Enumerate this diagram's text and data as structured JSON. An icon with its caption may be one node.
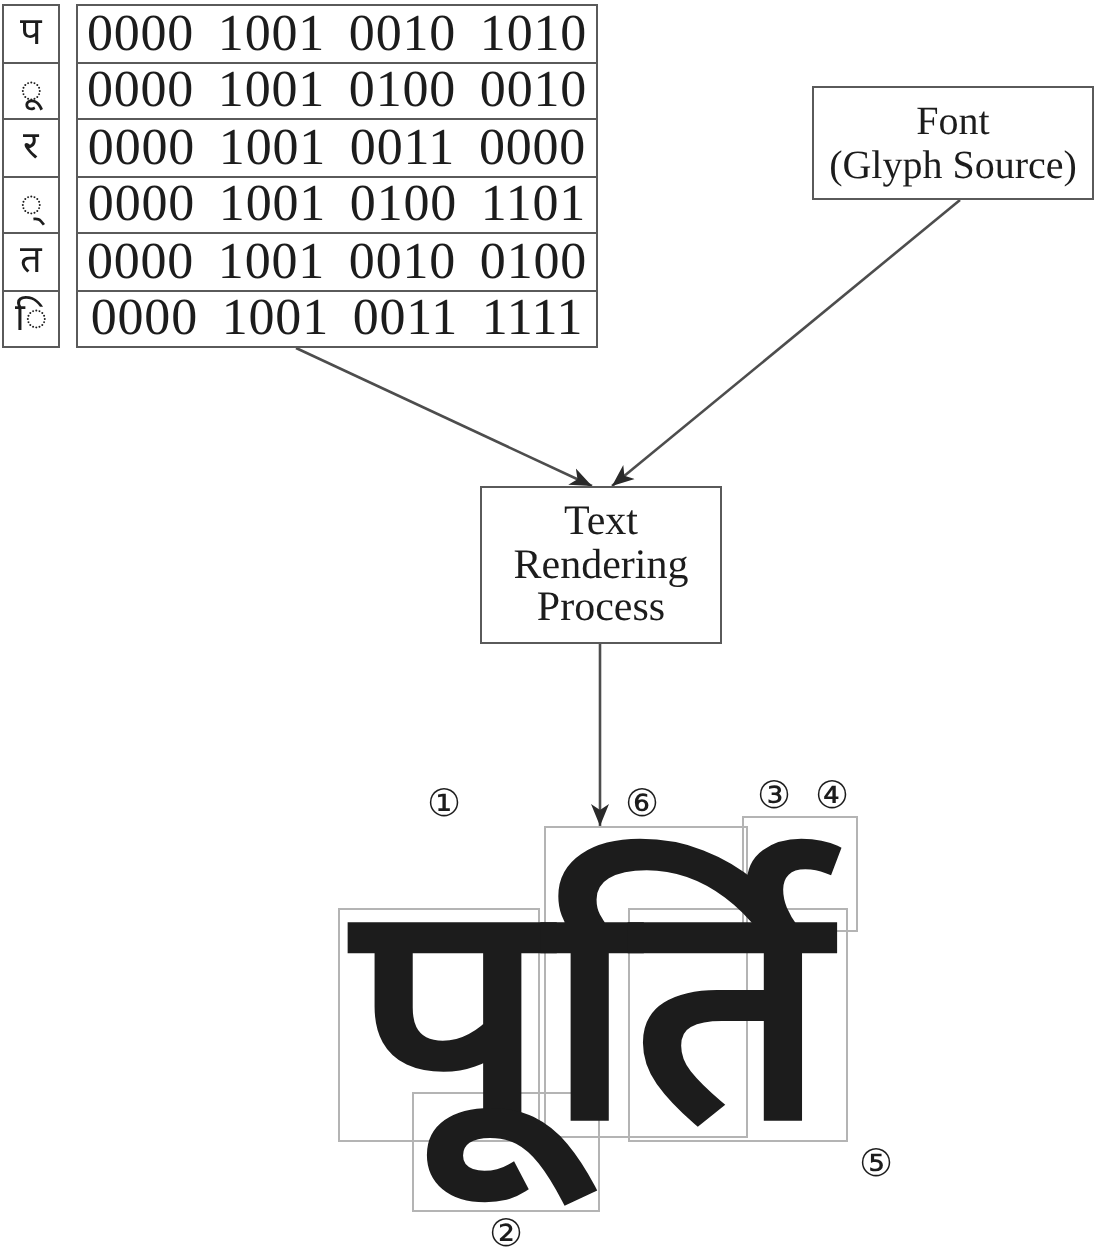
{
  "diagram": {
    "nodes": [
      {
        "text": [
          "प",
          "◌ू",
          "र",
          "◌्",
          "त",
          "◌ि"
        ]
      },
      {
        "text": [
          "0000 1001 0010 1010",
          "0000 1001 0100 0010",
          "0000 1001 0011 0000",
          "0000 1001 0100 1101",
          "0000 1001 0010 0100",
          "0000 1001 0011 1111"
        ]
      },
      {
        "text": [
          "Font",
          "(Glyph Source)"
        ]
      },
      {
        "text": [
          "Text Rendering Process"
        ]
      },
      {
        "text": [],
        "shape": "box"
      },
      {
        "text": [],
        "shape": "box"
      },
      {
        "text": [],
        "shape": "box"
      },
      {
        "text": [],
        "shape": "box"
      },
      {
        "text": [],
        "shape": "box"
      }
    ],
    "edges": [
      {
        "from": 1,
        "to": 3,
        "arrow": "to"
      },
      {
        "from": 2,
        "to": 3,
        "arrow": "to"
      },
      {
        "from": 3,
        "to": 5,
        "arrow": "to"
      }
    ],
    "labels": [
      "③",
      "④",
      "⑥",
      "①",
      "पूर्ति",
      "⑤",
      "②"
    ]
  }
}
